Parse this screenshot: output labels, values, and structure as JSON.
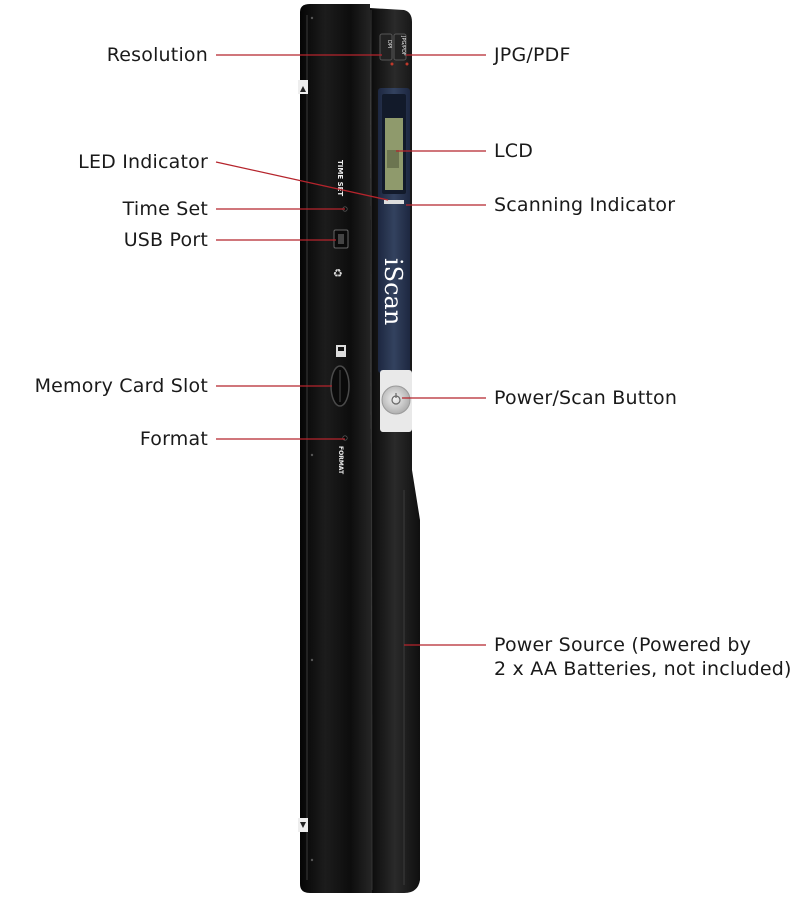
{
  "device": {
    "brand": "iScan",
    "side_text_time_set": "TIME SET",
    "side_text_format": "FORMAT",
    "button_dpi": "DPI",
    "button_jpg_pdf": "JPG/PDF"
  },
  "labels": {
    "resolution": "Resolution",
    "led_indicator": "LED Indicator",
    "time_set": "Time Set",
    "usb_port": "USB Port",
    "memory_card_slot": "Memory Card Slot",
    "format": "Format",
    "jpg_pdf": "JPG/PDF",
    "lcd": "LCD",
    "scanning_indicator": "Scanning Indicator",
    "power_scan_button": "Power/Scan Button",
    "power_source_line1": "Power Source (Powered by",
    "power_source_line2": "2 x AA Batteries, not included)"
  },
  "colors": {
    "leader_line": "#b5242c",
    "device_body": "#141414",
    "lcd_panel": "#2b3a57",
    "lcd_screen": "#9aa57c",
    "button_face": "#d9d9d9"
  }
}
